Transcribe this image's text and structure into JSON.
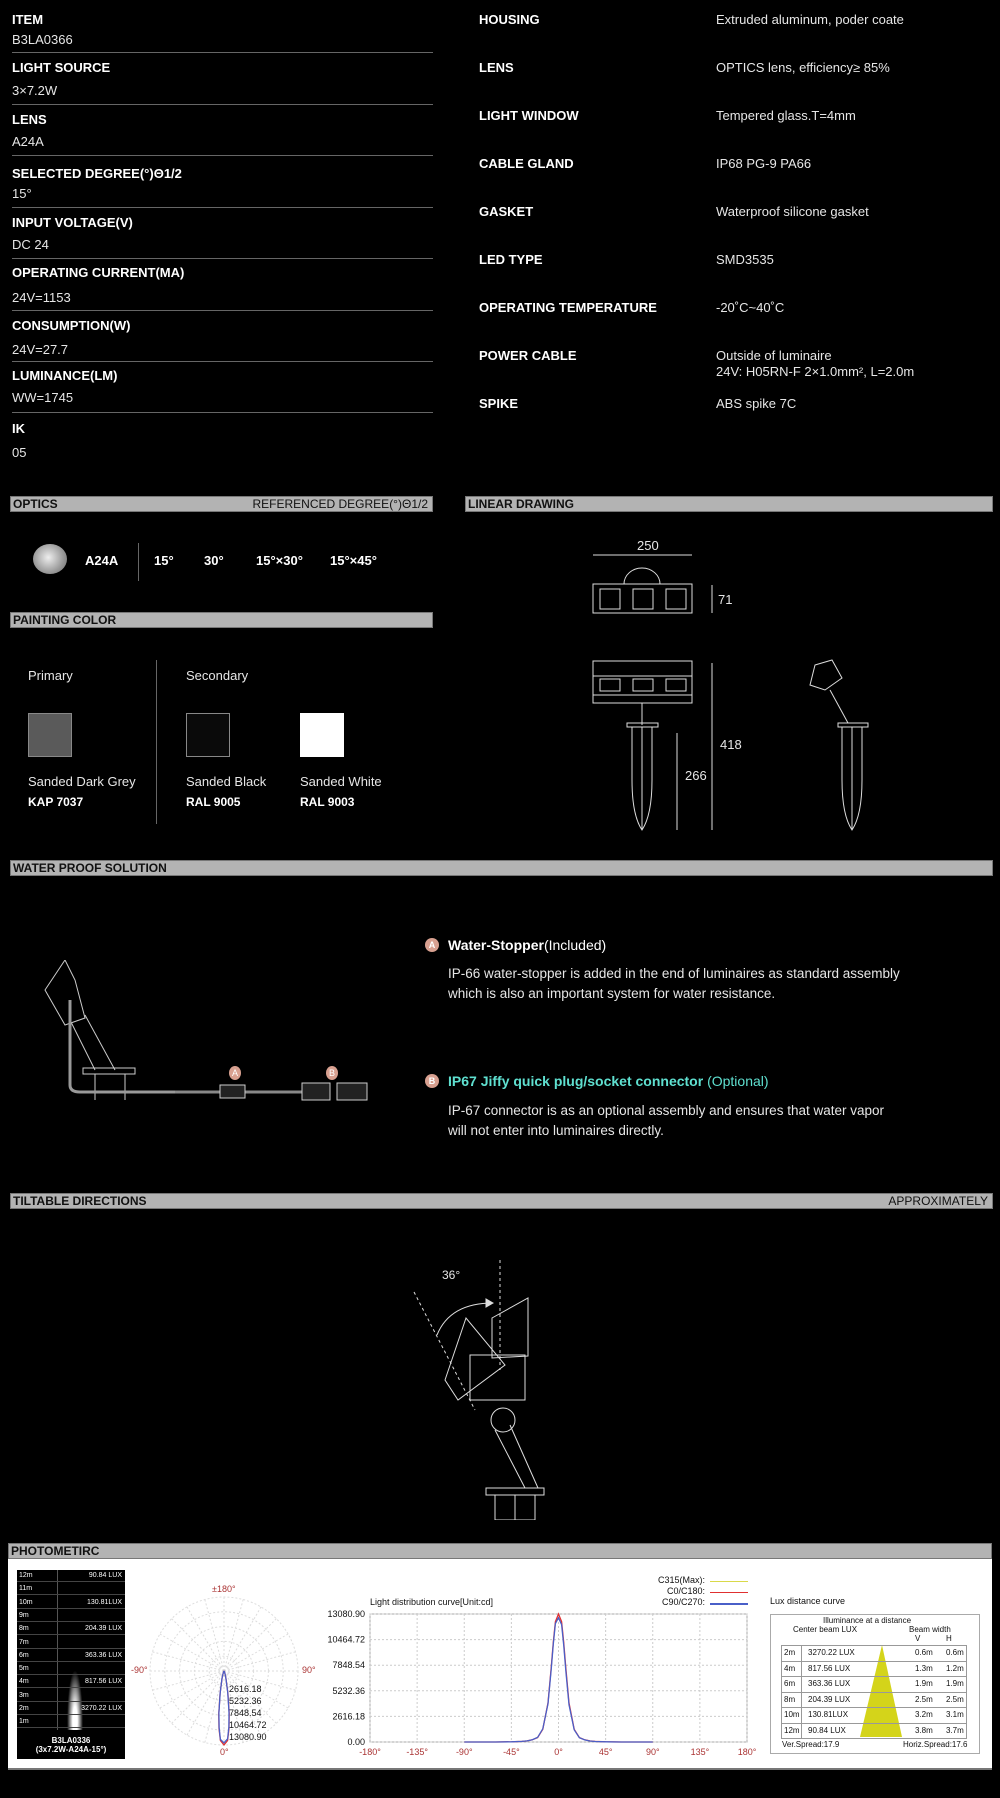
{
  "specs_left": [
    {
      "label": "ITEM",
      "value": "B3LA0366"
    },
    {
      "label": "LIGHT SOURCE",
      "value": "3×7.2W"
    },
    {
      "label": "LENS",
      "value": "A24A"
    },
    {
      "label": "SELECTED DEGREE(°)Θ1/2",
      "value": "15°"
    },
    {
      "label": "INPUT VOLTAGE(V)",
      "value": "DC 24"
    },
    {
      "label": "OPERATING CURRENT(MA)",
      "value": "24V=1153"
    },
    {
      "label": "CONSUMPTION(W)",
      "value": " 24V=27.7"
    },
    {
      "label": "LUMINANCE(LM)",
      "value": "WW=1745"
    },
    {
      "label": "IK",
      "value": "05"
    }
  ],
  "specs_right": [
    {
      "label": "HOUSING",
      "value": "Extruded aluminum, poder coate"
    },
    {
      "label": "LENS",
      "value": "OPTICS lens, efficiency≥ 85%"
    },
    {
      "label": "LIGHT WINDOW",
      "value": "Tempered  glass.T=4mm"
    },
    {
      "label": "CABLE GLAND",
      "value": "IP68 PG-9 PA66"
    },
    {
      "label": "GASKET",
      "value": "Waterproof silicone gasket"
    },
    {
      "label": "LED TYPE",
      "value": "SMD3535"
    },
    {
      "label": "OPERATING TEMPERATURE",
      "value": "-20˚C~40˚C"
    },
    {
      "label": "POWER CABLE",
      "value": "Outside of luminaire",
      "value2": "24V: H05RN-F 2×1.0mm², L=2.0m"
    },
    {
      "label": "SPIKE",
      "value": "ABS spike 7C"
    }
  ],
  "optics": {
    "title": "OPTICS",
    "right": "REFERENCED DEGREE(°)Θ1/2",
    "lens": "A24A",
    "degrees": [
      "15°",
      "30°",
      "15°×30°",
      "15°×45°"
    ]
  },
  "painting": {
    "title": "PAINTING COLOR",
    "primary_label": "Primary",
    "secondary_label": "Secondary",
    "colors": [
      {
        "name": "Sanded Dark Grey",
        "code": "KAP 7037",
        "hex": "#5a5a5a"
      },
      {
        "name": "Sanded Black",
        "code": "RAL 9005",
        "hex": "#0a0a0a"
      },
      {
        "name": "Sanded White",
        "code": "RAL 9003",
        "hex": "#ffffff"
      }
    ]
  },
  "linear": {
    "title": "LINEAR DRAWING",
    "dims": {
      "width": "250",
      "height": "71",
      "total": "418",
      "spike": "266"
    }
  },
  "waterproof": {
    "title": "WATER PROOF SOLUTION",
    "a": {
      "badge": "A",
      "title": "Water-Stopper",
      "suffix": "(Included)",
      "text1": "IP-66 water-stopper is added in the end of luminaires as standard assembly",
      "text2": "which is also an important system for water resistance."
    },
    "b": {
      "badge": "B",
      "title": "IP67 Jiffy quick plug/socket connector",
      "suffix": " (Optional)",
      "text1": "IP-67 connector is as an optional assembly and ensures that water vapor",
      "text2": "will not enter into luminaires directly."
    }
  },
  "tilt": {
    "title": "TILTABLE DIRECTIONS",
    "right": "APPROXIMATELY",
    "angle": "36°"
  },
  "photometric": {
    "title": "PHOTOMETIRC",
    "beam": {
      "distances": [
        "12m",
        "11m",
        "10m",
        "9m",
        "8m",
        "7m",
        "6m",
        "5m",
        "4m",
        "3m",
        "2m",
        "1m"
      ],
      "lux": [
        {
          "d": "12m",
          "v": "90.84 LUX"
        },
        {
          "d": "10m",
          "v": "130.81LUX"
        },
        {
          "d": "8m",
          "v": "204.39 LUX"
        },
        {
          "d": "6m",
          "v": "363.36 LUX"
        },
        {
          "d": "4m",
          "v": "817.56 LUX"
        },
        {
          "d": "2m",
          "v": "3270.22 LUX"
        }
      ],
      "model": "B3LA0336",
      "model2": "(3x7.2W-A24A-15°)"
    },
    "polar": {
      "top": "±180°",
      "left": "-90°",
      "right": "90°",
      "bottom": "0°",
      "rings": [
        "2616.18",
        "5232.36",
        "7848.54",
        "10464.72",
        "13080.90"
      ]
    },
    "lux_table": {
      "title": "Lux distance curve",
      "heading": "Illuminance at a distance",
      "col1": "Center beam LUX",
      "col2": "Beam width",
      "v": "V",
      "h": "H",
      "rows": [
        [
          "2m",
          "3270.22 LUX",
          "0.6m",
          "0.6m"
        ],
        [
          "4m",
          "817.56 LUX",
          "1.3m",
          "1.2m"
        ],
        [
          "6m",
          "363.36 LUX",
          "1.9m",
          "1.9m"
        ],
        [
          "8m",
          "204.39 LUX",
          "2.5m",
          "2.5m"
        ],
        [
          "10m",
          "130.81LUX",
          "3.2m",
          "3.1m"
        ],
        [
          "12m",
          "90.84 LUX",
          "3.8m",
          "3.7m"
        ]
      ],
      "ver": "Ver.Spread:17.9",
      "hor": "Horiz.Spread:17.6",
      "cone_color": "#d4d41a"
    }
  },
  "chart_data": {
    "type": "line",
    "title": "Light distribution curve[Unit:cd]",
    "xlim": [
      -180,
      180
    ],
    "ylim": [
      0,
      13080.9
    ],
    "xticks": [
      "-180°",
      "-135°",
      "-90°",
      "-45°",
      "0°",
      "45°",
      "90°",
      "135°",
      "180°"
    ],
    "yticks": [
      "13080.90",
      "10464.72",
      "7848.54",
      "5232.36",
      "2616.18",
      "0.00"
    ],
    "x": [
      -90,
      -60,
      -45,
      -35,
      -30,
      -25,
      -20,
      -15,
      -10,
      -7,
      -5,
      -3,
      0,
      3,
      5,
      7,
      10,
      15,
      20,
      25,
      30,
      35,
      45,
      60,
      90
    ],
    "series": [
      {
        "name": "C315(Max):",
        "color": "#d9d94a",
        "values": []
      },
      {
        "name": "C0/C180:",
        "color": "#e03030",
        "values": [
          0,
          5,
          25,
          60,
          110,
          220,
          450,
          1300,
          4000,
          7600,
          10200,
          12300,
          13081,
          12300,
          10200,
          7600,
          4000,
          1300,
          450,
          220,
          110,
          60,
          25,
          5,
          0
        ]
      },
      {
        "name": "C90/C270:",
        "color": "#4a5fc8",
        "values": [
          0,
          5,
          25,
          60,
          110,
          230,
          470,
          1350,
          3900,
          7400,
          10000,
          12100,
          12700,
          12000,
          9900,
          7300,
          3800,
          1250,
          440,
          210,
          100,
          55,
          22,
          5,
          0
        ]
      }
    ]
  }
}
